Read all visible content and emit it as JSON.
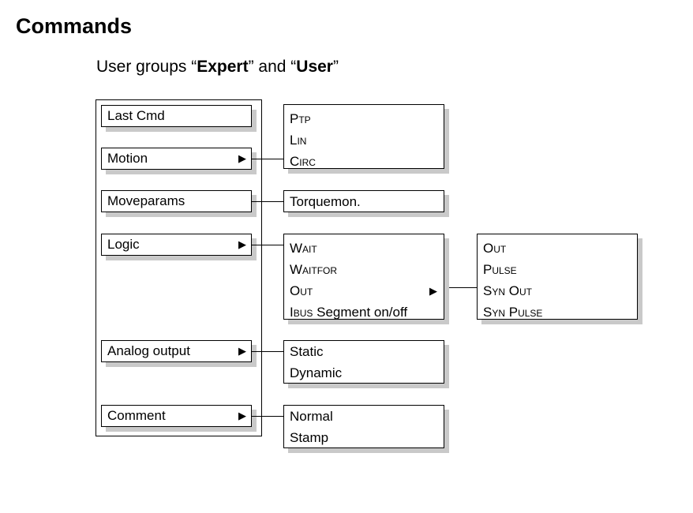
{
  "title": "Commands",
  "subtitle": {
    "prefix": "User groups “",
    "group1": "Expert",
    "middle": "” and “",
    "group2": "User",
    "suffix": "”"
  },
  "menu": [
    {
      "label": "Last Cmd",
      "arrow": ""
    },
    {
      "label": "Motion",
      "arrow": "▶"
    },
    {
      "label": "Moveparams",
      "arrow": ""
    },
    {
      "label": "Logic",
      "arrow": "▶"
    },
    {
      "label": "Analog output",
      "arrow": "▶"
    },
    {
      "label": "Comment",
      "arrow": "▶"
    }
  ],
  "submenus": {
    "motion": [
      "Ptp",
      "Lin",
      "Circ"
    ],
    "moveparams": [
      "Torquemon."
    ],
    "logic": {
      "wait": "Wait",
      "waitfor": "Waitfor",
      "out": "Out",
      "out_arrow": "▶",
      "ibus_a": "Ibus",
      "ibus_b": " Segment on/off"
    },
    "out": [
      "Out",
      "Pulse",
      "Syn Out",
      "Syn Pulse"
    ],
    "analog": [
      "Static",
      "Dynamic"
    ],
    "comment": [
      "Normal",
      "Stamp"
    ]
  }
}
